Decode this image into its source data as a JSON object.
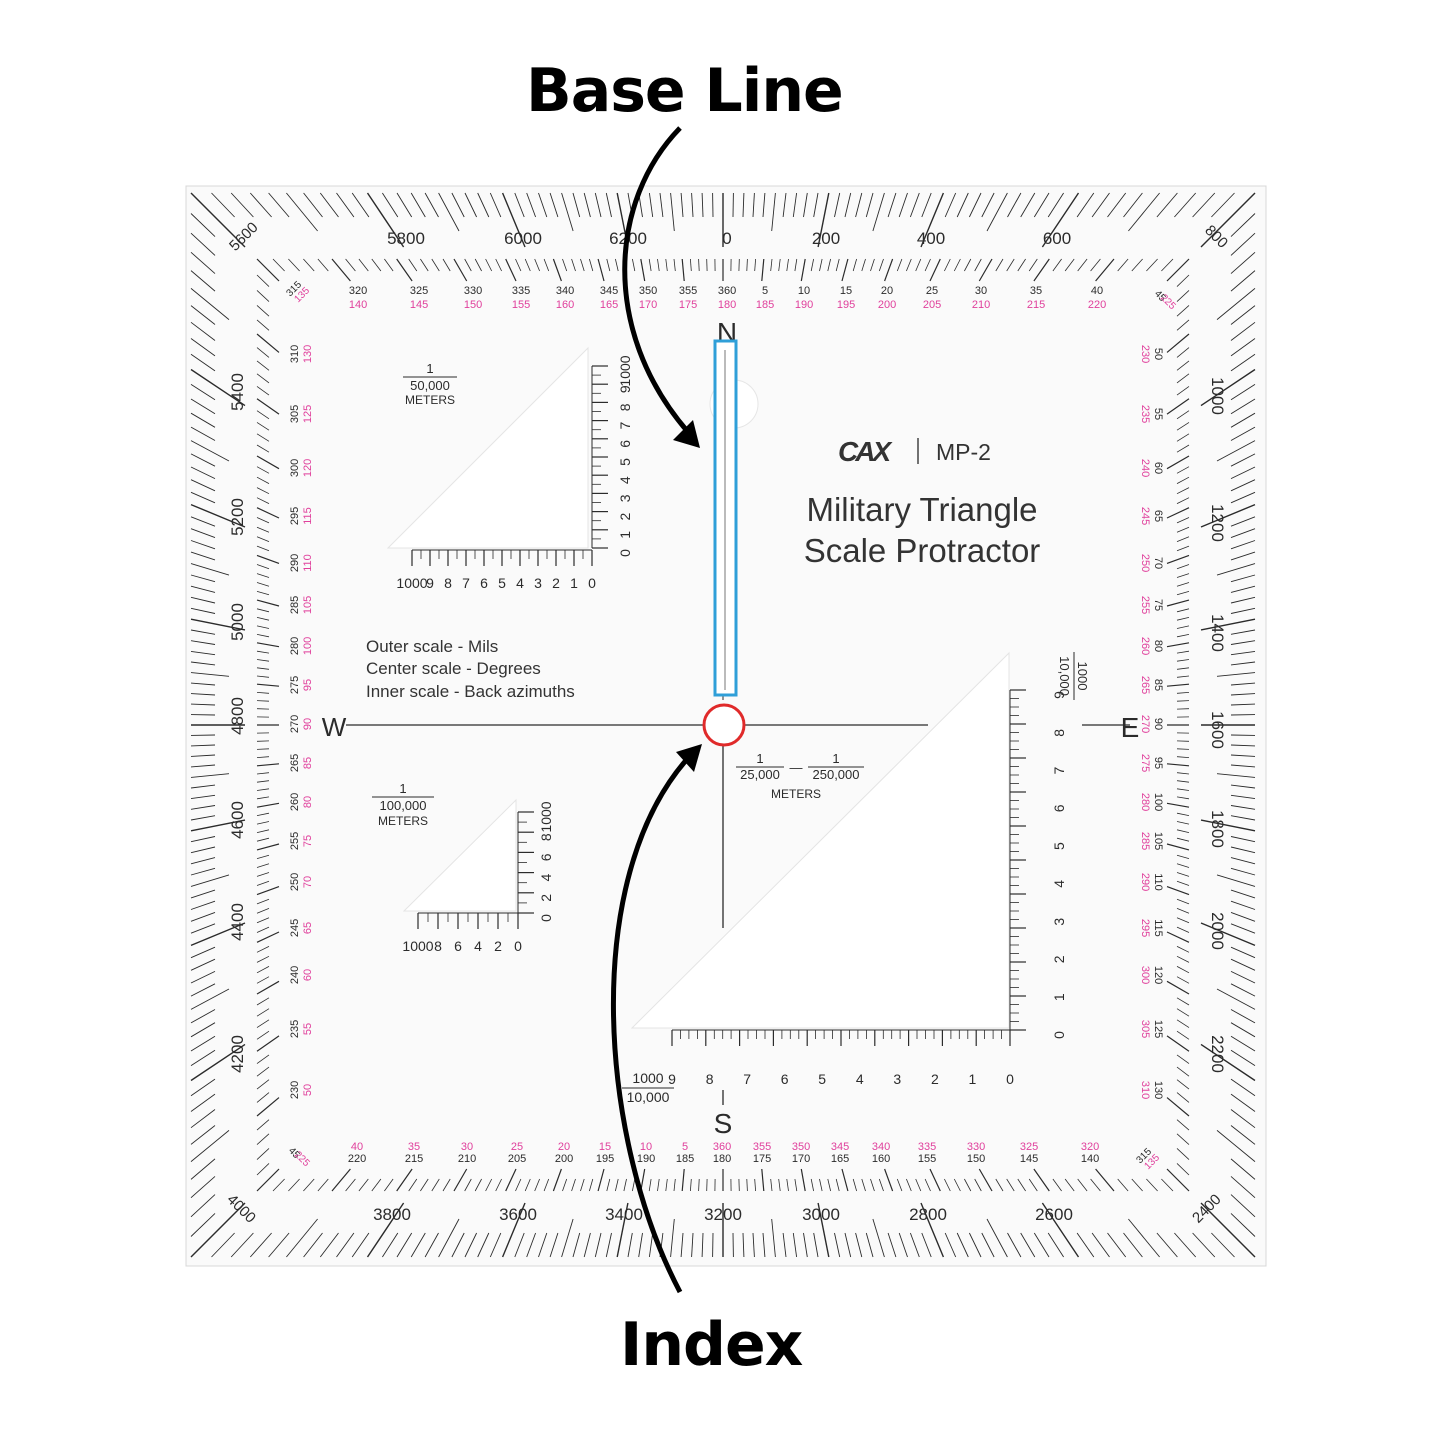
{
  "callouts": {
    "top": "Base Line",
    "bottom": "Index"
  },
  "colors": {
    "ink": "#2b2b2b",
    "magenta": "#e0409c",
    "base_line_highlight": "#2f9fd8",
    "index_highlight": "#e02a2a",
    "plate": "#fafafa"
  },
  "brand": {
    "logo": "CAX",
    "model": "MP-2",
    "title_line1": "Military Triangle",
    "title_line2": "Scale Protractor"
  },
  "legend": {
    "line1": "Outer  scale - Mils",
    "line2": "Center scale - Degrees",
    "line3": "Inner scale - Back azimuths"
  },
  "directions": {
    "north": "N",
    "south": "S",
    "east": "E",
    "west": "W"
  },
  "scales": {
    "s50k": {
      "num": "1",
      "den": "50,000",
      "unit": "METERS",
      "h_labels": [
        "1000",
        "9",
        "8",
        "7",
        "6",
        "5",
        "4",
        "3",
        "2",
        "1",
        "0"
      ],
      "v_labels": [
        "0",
        "1",
        "2",
        "3",
        "4",
        "5",
        "6",
        "7",
        "8",
        "9",
        "1000"
      ]
    },
    "s100k": {
      "num": "1",
      "den": "100,000",
      "unit": "METERS",
      "h_labels": [
        "1000",
        "8",
        "6",
        "4",
        "2",
        "0"
      ],
      "v_labels": [
        "0",
        "2",
        "4",
        "6",
        "8",
        "1000"
      ]
    },
    "s25k": {
      "num1": "1",
      "den1": "25,000",
      "dash": "—",
      "num2": "1",
      "den2": "250,000",
      "unit": "METERS",
      "h_labels": [
        "9",
        "8",
        "7",
        "6",
        "5",
        "4",
        "3",
        "2",
        "1",
        "0"
      ],
      "v_labels": [
        "0",
        "1",
        "2",
        "3",
        "4",
        "5",
        "6",
        "7",
        "8",
        "9"
      ],
      "frac_h_num": "1000",
      "frac_h_den": "10,000",
      "frac_v_num": "1000",
      "frac_v_den": "10,000"
    }
  },
  "mils": {
    "top": [
      "5800",
      "6000",
      "6200",
      "0",
      "200",
      "400",
      "600"
    ],
    "right": [
      "1000",
      "1200",
      "1400",
      "1600",
      "1800",
      "2000",
      "2200"
    ],
    "bottom": [
      "3800",
      "3600",
      "3400",
      "3200",
      "3000",
      "2800",
      "2600"
    ],
    "left": [
      "5400",
      "5200",
      "5000",
      "4800",
      "4600",
      "4400",
      "4200"
    ],
    "corners": [
      "5600",
      "800",
      "2400",
      "4000"
    ]
  },
  "degrees": {
    "top": [
      [
        "320",
        "140"
      ],
      [
        "325",
        "145"
      ],
      [
        "330",
        "150"
      ],
      [
        "335",
        "155"
      ],
      [
        "340",
        "160"
      ],
      [
        "345",
        "165"
      ],
      [
        "350",
        "170"
      ],
      [
        "355",
        "175"
      ],
      [
        "360",
        "180"
      ],
      [
        "5",
        "185"
      ],
      [
        "10",
        "190"
      ],
      [
        "15",
        "195"
      ],
      [
        "20",
        "200"
      ],
      [
        "25",
        "205"
      ],
      [
        "30",
        "210"
      ],
      [
        "35",
        "215"
      ],
      [
        "40",
        "220"
      ]
    ],
    "bottom": [
      [
        "40",
        "220"
      ],
      [
        "35",
        "215"
      ],
      [
        "30",
        "210"
      ],
      [
        "25",
        "205"
      ],
      [
        "20",
        "200"
      ],
      [
        "15",
        "195"
      ],
      [
        "10",
        "190"
      ],
      [
        "5",
        "185"
      ],
      [
        "360",
        "180"
      ],
      [
        "355",
        "175"
      ],
      [
        "350",
        "170"
      ],
      [
        "345",
        "165"
      ],
      [
        "340",
        "160"
      ],
      [
        "335",
        "155"
      ],
      [
        "330",
        "150"
      ],
      [
        "325",
        "145"
      ],
      [
        "320",
        "140"
      ]
    ],
    "left": [
      [
        "310",
        "130"
      ],
      [
        "305",
        "125"
      ],
      [
        "300",
        "120"
      ],
      [
        "295",
        "115"
      ],
      [
        "290",
        "110"
      ],
      [
        "285",
        "105"
      ],
      [
        "280",
        "100"
      ],
      [
        "275",
        "95"
      ],
      [
        "270",
        "90"
      ],
      [
        "265",
        "85"
      ],
      [
        "260",
        "80"
      ],
      [
        "255",
        "75"
      ],
      [
        "250",
        "70"
      ],
      [
        "245",
        "65"
      ],
      [
        "240",
        "60"
      ],
      [
        "235",
        "55"
      ],
      [
        "230",
        "50"
      ]
    ],
    "right": [
      [
        "50",
        "230"
      ],
      [
        "55",
        "235"
      ],
      [
        "60",
        "240"
      ],
      [
        "65",
        "245"
      ],
      [
        "70",
        "250"
      ],
      [
        "75",
        "255"
      ],
      [
        "80",
        "260"
      ],
      [
        "85",
        "265"
      ],
      [
        "90",
        "270"
      ],
      [
        "95",
        "275"
      ],
      [
        "100",
        "280"
      ],
      [
        "105",
        "285"
      ],
      [
        "110",
        "290"
      ],
      [
        "115",
        "295"
      ],
      [
        "120",
        "300"
      ],
      [
        "125",
        "305"
      ],
      [
        "130",
        "310"
      ]
    ],
    "corners": [
      [
        "315",
        "135"
      ],
      [
        "45",
        "225"
      ],
      [
        "315",
        "135"
      ],
      [
        "45",
        "225"
      ]
    ]
  }
}
